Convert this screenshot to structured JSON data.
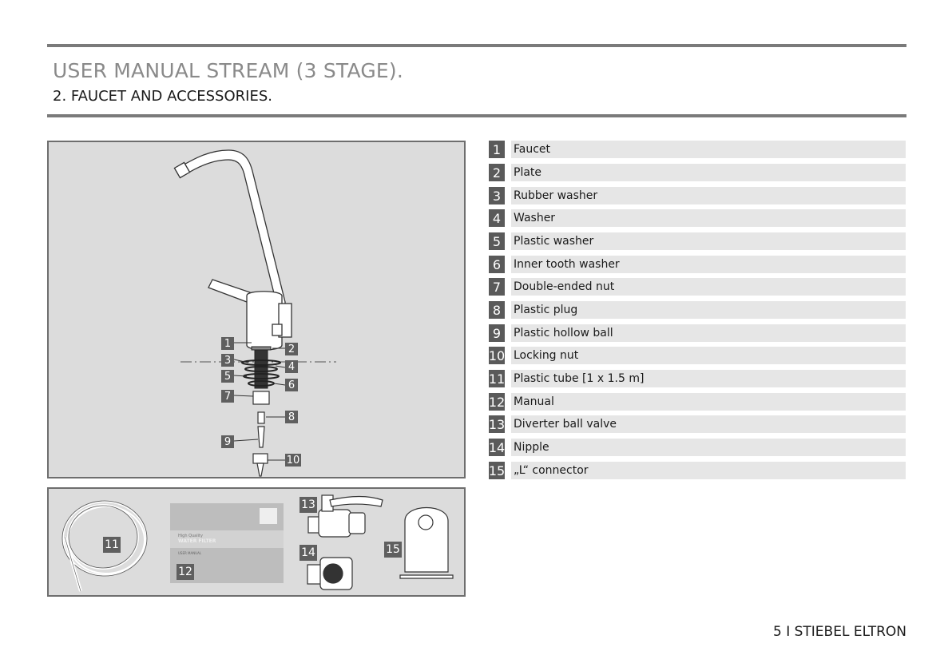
{
  "header": {
    "title": "USER MANUAL STREAM (3 STAGE).",
    "subtitle": "2. FAUCET AND ACCESSORIES."
  },
  "parts": [
    {
      "num": "1",
      "label": "Faucet"
    },
    {
      "num": "2",
      "label": "Plate"
    },
    {
      "num": "3",
      "label": "Rubber washer"
    },
    {
      "num": "4",
      "label": "Washer"
    },
    {
      "num": "5",
      "label": "Plastic washer"
    },
    {
      "num": "6",
      "label": "Inner tooth washer"
    },
    {
      "num": "7",
      "label": "Double-ended nut"
    },
    {
      "num": "8",
      "label": "Plastic plug"
    },
    {
      "num": "9",
      "label": "Plastic hollow ball"
    },
    {
      "num": "10",
      "label": "Locking nut"
    },
    {
      "num": "11",
      "label": "Plastic tube [1 x 1.5 m]"
    },
    {
      "num": "12",
      "label": "Manual"
    },
    {
      "num": "13",
      "label": "Diverter ball valve"
    },
    {
      "num": "14",
      "label": "Nipple"
    },
    {
      "num": "15",
      "label": "„L“ connector"
    }
  ],
  "manual_cover": {
    "line1": "High Quality",
    "line2": "WATER FILTER",
    "line3": "USER MANUAL"
  },
  "footer": {
    "page": "5 I STIEBEL ELTRON"
  },
  "colors": {
    "rule": "#7a7a7a",
    "panel": "#dcdcdc",
    "badge": "#5a5a5a",
    "row": "#e6e6e6"
  }
}
